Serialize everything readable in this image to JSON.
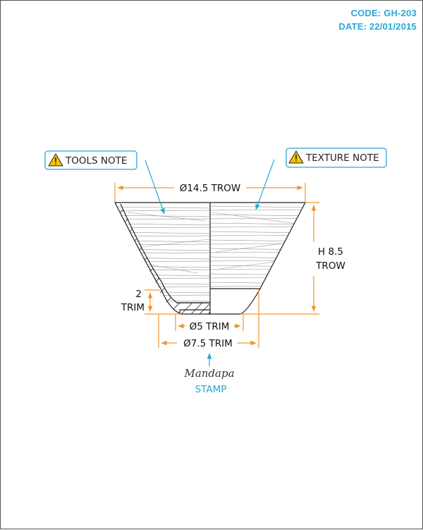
{
  "header": {
    "code": "CODE: GH-203",
    "date": "DATE: 22/01/2015"
  },
  "notes": {
    "tools": "TOOLS NOTE",
    "texture": "TEXTURE NOTE",
    "icon": "warning-triangle"
  },
  "dimensions": {
    "top_diameter": "Ø14.5 TROW",
    "height_value": "H 8.5",
    "height_unit": "TROW",
    "trim_value": "2",
    "trim_unit": "TRIM",
    "inner_base": "Ø5 TRIM",
    "outer_base": "Ø7.5 TRIM"
  },
  "stamp": {
    "logo": "Mandapa",
    "label": "STAMP"
  },
  "colors": {
    "accent": "#29a8d8",
    "dimension": "#f0962e",
    "outline": "#222222"
  }
}
